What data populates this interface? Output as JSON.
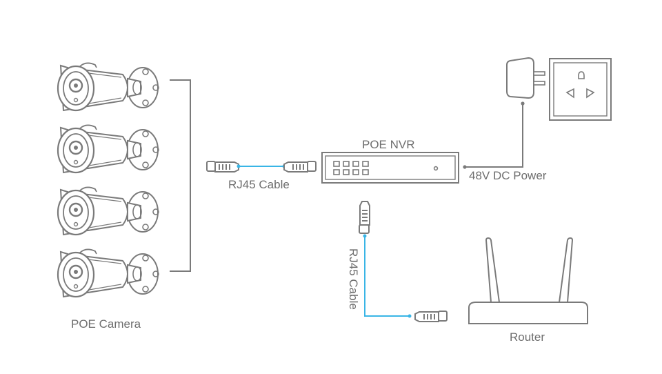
{
  "labels": {
    "cameras": "POE Camera",
    "rj45_top": "RJ45 Cable",
    "nvr": "POE NVR",
    "power": "48V DC Power",
    "rj45_vertical": "RJ45 Cable",
    "router": "Router"
  },
  "colors": {
    "stroke": "#7a7a7a",
    "cable": "#39b5e6",
    "background": "#ffffff",
    "text": "#6e6e6e"
  },
  "icons": [
    "bullet-camera-icon",
    "rj45-plug-icon",
    "nvr-device-icon",
    "power-adapter-icon",
    "wall-socket-icon",
    "router-icon"
  ]
}
